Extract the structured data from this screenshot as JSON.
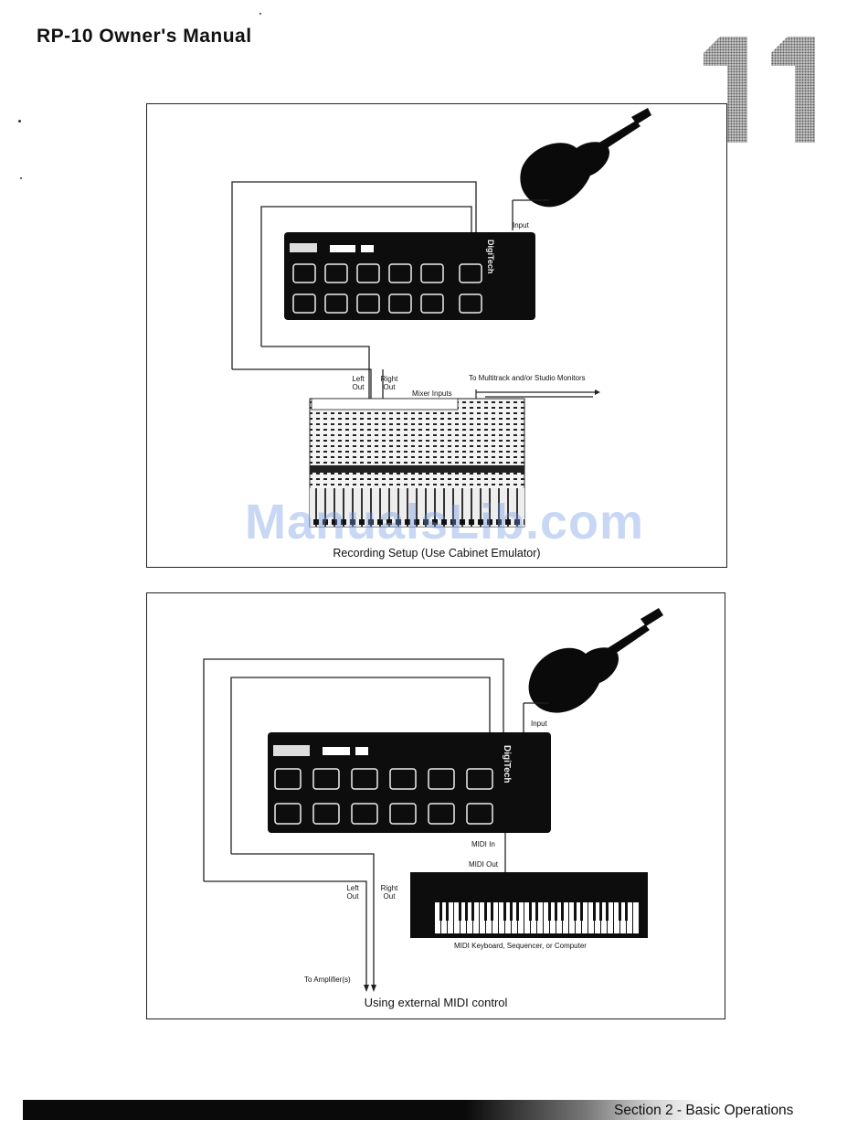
{
  "header": {
    "title": "RP-10 Owner's Manual",
    "page_number": "11"
  },
  "figure1": {
    "caption": "Recording Setup (Use Cabinet Emulator)",
    "labels": {
      "input": "Input",
      "left_out": "Left Out",
      "right_out": "Right Out",
      "mixer_inputs": "Mixer Inputs",
      "to_monitors": "To Multitrack and/or Studio Monitors",
      "brand": "DigiTech"
    }
  },
  "figure2": {
    "caption": "Using external MIDI control",
    "labels": {
      "input": "Input",
      "midi_in": "MIDI In",
      "midi_out": "MIDI Out",
      "left_out": "Left Out",
      "right_out": "Right Out",
      "to_amplifiers": "To Amplifier(s)",
      "keyboard": "MIDI Keyboard, Sequencer, or Computer",
      "brand": "DigiTech"
    }
  },
  "watermark": "ManualsLib.com",
  "footer": {
    "section": "Section 2 - Basic Operations"
  }
}
